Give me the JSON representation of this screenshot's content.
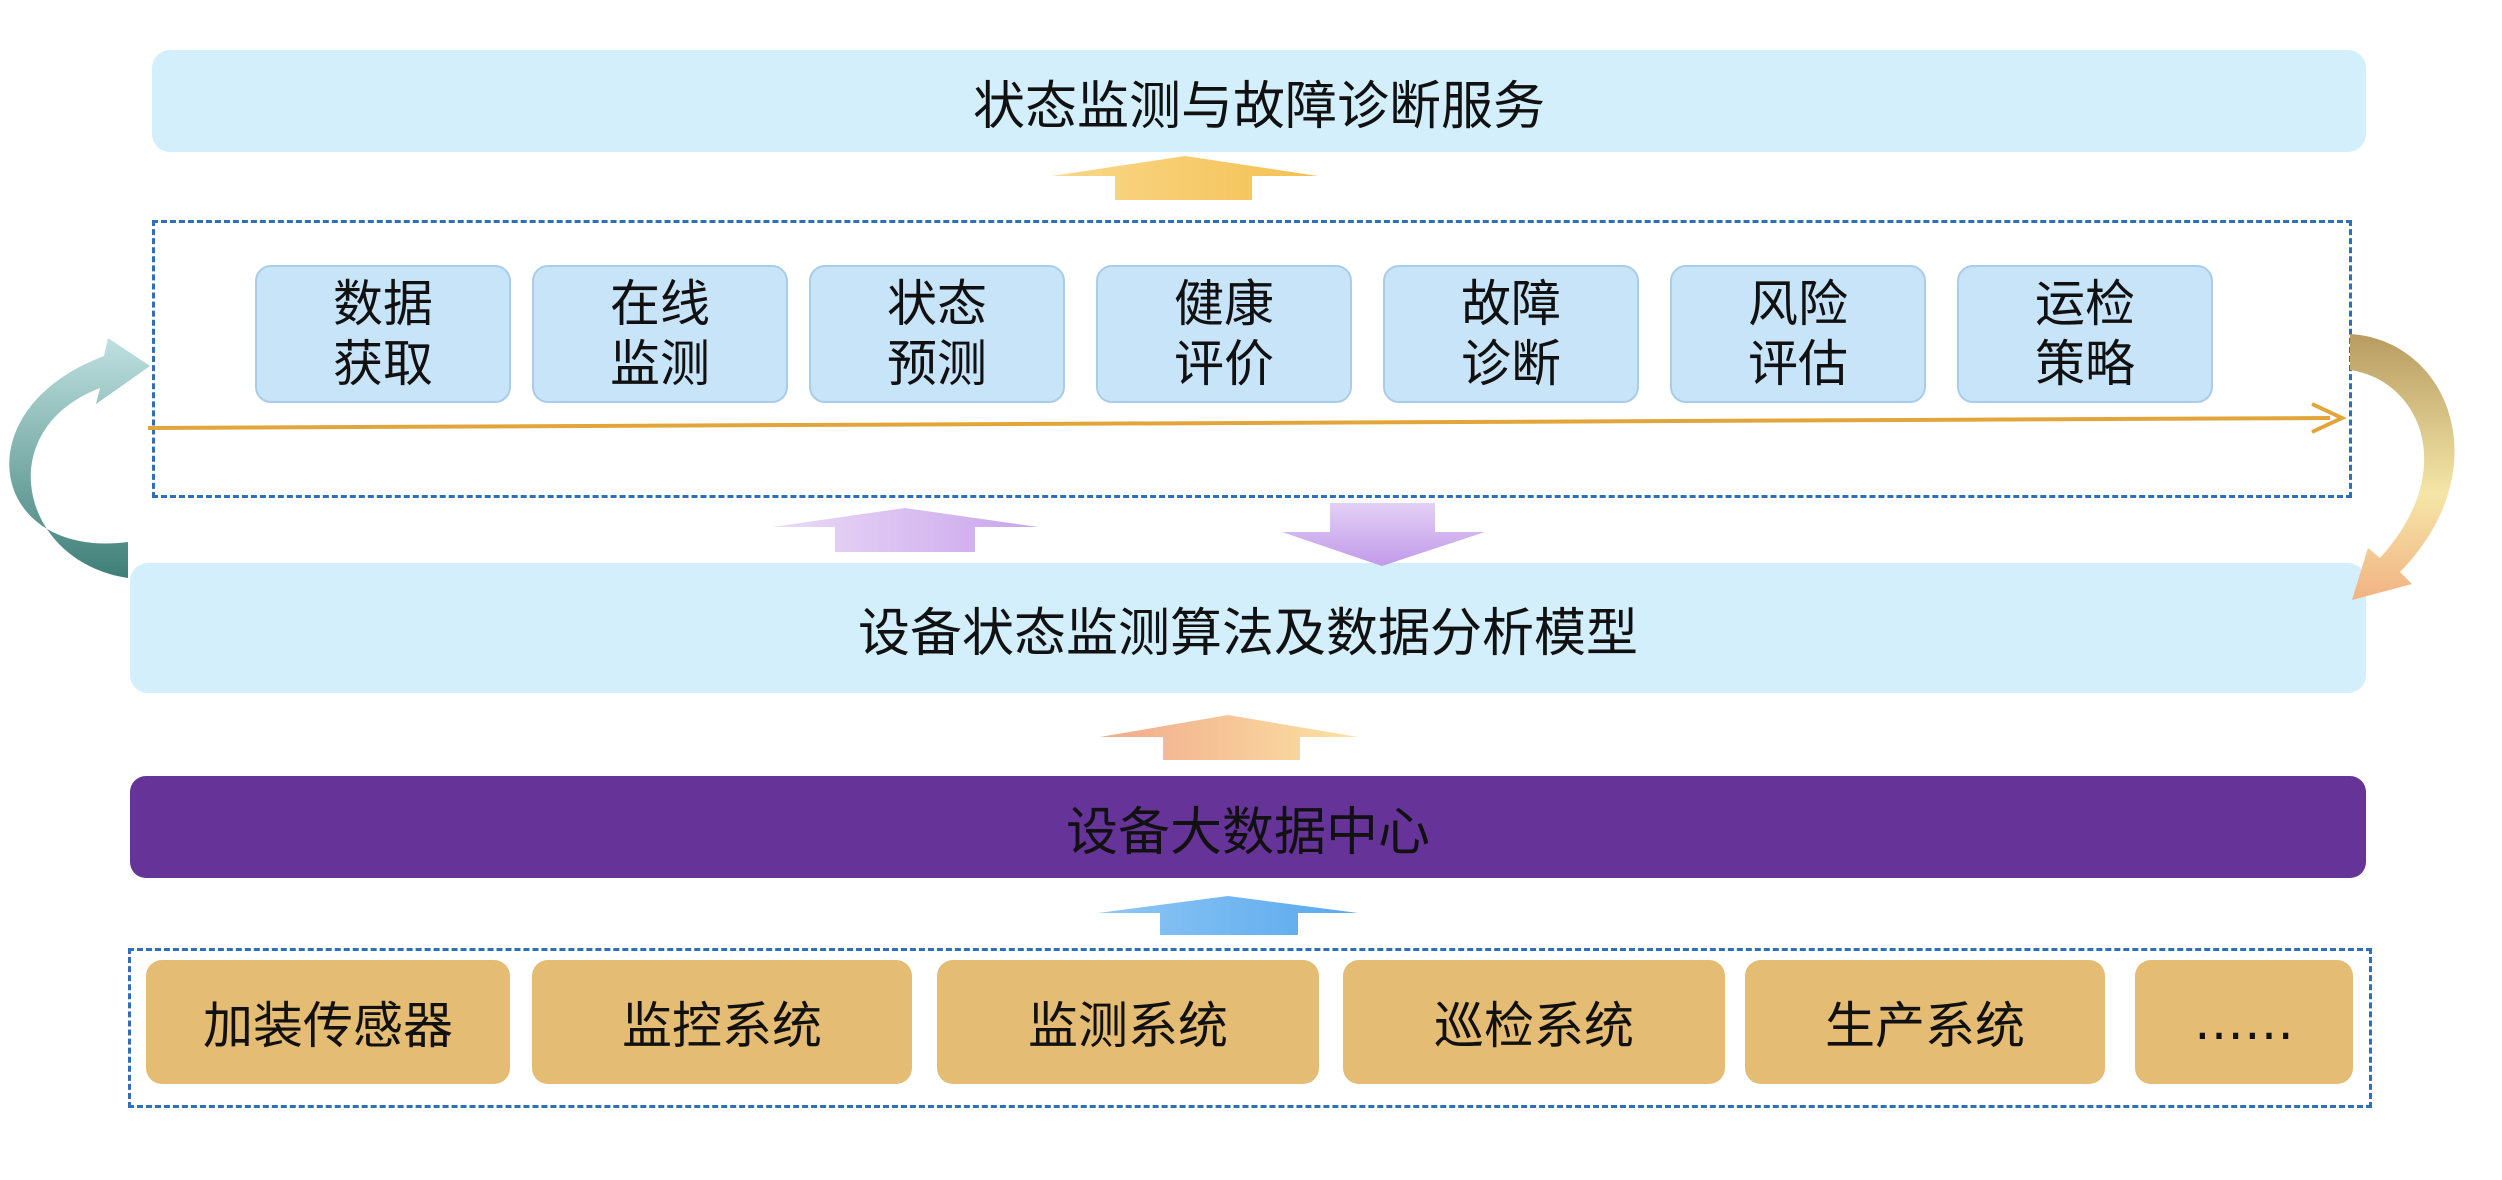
{
  "top_service": "状态监测与故障诊断服务",
  "modules": [
    {
      "line1": "数据",
      "line2": "获取"
    },
    {
      "line1": "在线",
      "line2": "监测"
    },
    {
      "line1": "状态",
      "line2": "预测"
    },
    {
      "line1": "健康",
      "line2": "评价"
    },
    {
      "line1": "故障",
      "line2": "诊断"
    },
    {
      "line1": "风险",
      "line2": "评估"
    },
    {
      "line1": "运检",
      "line2": "策略"
    }
  ],
  "model_layer": "设备状态监测算法及数据分析模型",
  "data_center": "设备大数据中心",
  "sources": [
    "加装传感器",
    "监控系统",
    "监测系统",
    "巡检系统",
    "生产系统",
    "……"
  ],
  "colors": {
    "light_blue_panel": "#d2effb",
    "module_fill": "#c8e4f9",
    "data_center_purple": "#663399",
    "source_fill": "#e5bc73",
    "dashed_border": "#2e6fb8",
    "timeline_arrow": "#e2a53a"
  }
}
